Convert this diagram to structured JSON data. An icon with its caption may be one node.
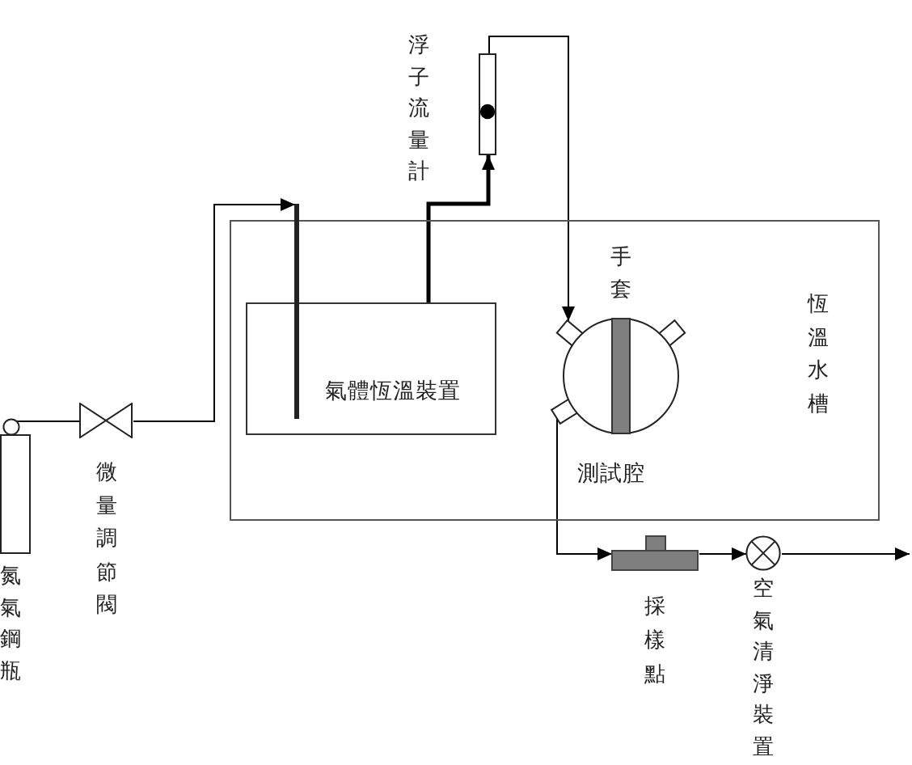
{
  "diagram": {
    "nodes": [
      {
        "text": [
          "恆溫水槽"
        ]
      },
      {
        "text": [
          "氣體恆溫裝置"
        ],
        "in": 0
      },
      {
        "text": [
          "測試腔"
        ],
        "in": 0
      },
      {
        "text": [
          "氮氣鋼瓶"
        ]
      },
      {
        "text": [
          "微量調節閥"
        ]
      },
      {
        "text": [
          "浮子流量計"
        ]
      },
      {
        "text": [
          "採樣點"
        ]
      },
      {
        "text": [
          "空氣清淨裝置"
        ]
      },
      {
        "text": [],
        "shape": "bar"
      }
    ],
    "edges": [
      {
        "from": 3,
        "to": 4,
        "arrow": "none"
      },
      {
        "from": 4,
        "to": 8,
        "arrow": "to"
      },
      {
        "from": 1,
        "to": 5,
        "arrow": "to",
        "style": "thick"
      },
      {
        "from": 5,
        "to": 2,
        "arrow": "to"
      },
      {
        "from": 2,
        "to": 6,
        "arrow": "to"
      },
      {
        "from": 6,
        "to": 7,
        "arrow": "to"
      },
      {
        "from": 7,
        "to": null,
        "arrow": "to"
      }
    ],
    "labels": [
      "手套"
    ]
  }
}
